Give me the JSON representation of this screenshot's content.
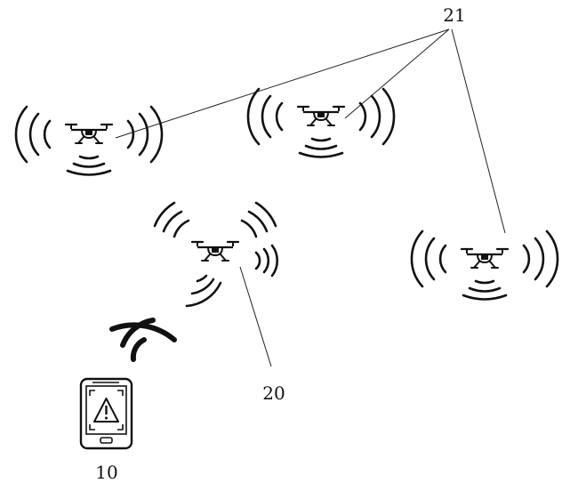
{
  "labels": {
    "drone_group": "21",
    "relay_drone": "20",
    "terminal": "10"
  },
  "icons": {
    "drone": "quadcopter-drone-icon",
    "signal": "wireless-signal-icon",
    "terminal": "smartphone-alert-icon",
    "warning": "warning-triangle-icon"
  },
  "colors": {
    "ink": "#111111",
    "background": "#ffffff"
  }
}
